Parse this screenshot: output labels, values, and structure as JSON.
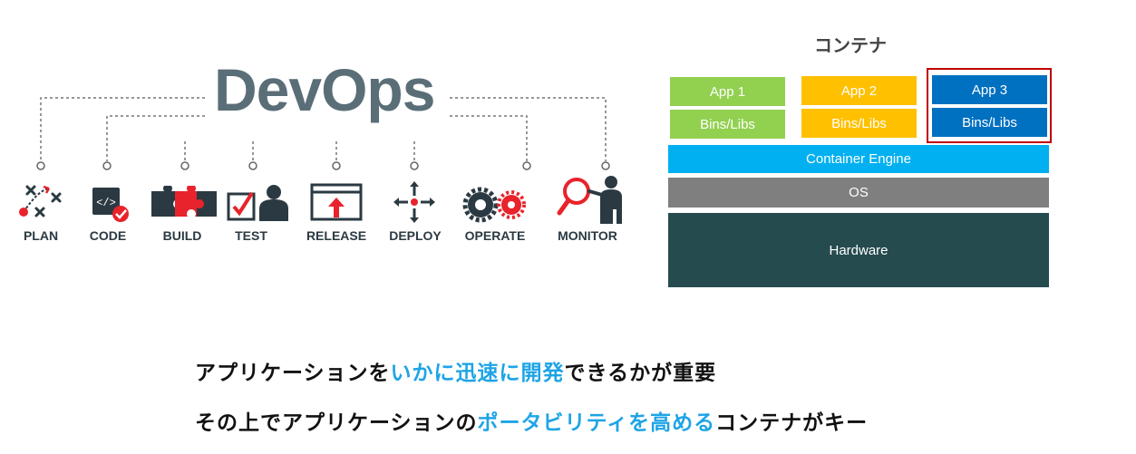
{
  "devops": {
    "title": "DevOps",
    "stages": [
      "PLAN",
      "CODE",
      "BUILD",
      "TEST",
      "RELEASE",
      "DEPLOY",
      "OPERATE",
      "MONITOR"
    ]
  },
  "container": {
    "title": "コンテナ",
    "apps": [
      {
        "app": "App 1",
        "libs": "Bins/Libs",
        "color": "#92d050"
      },
      {
        "app": "App 2",
        "libs": "Bins/Libs",
        "color": "#ffc000"
      },
      {
        "app": "App 3",
        "libs": "Bins/Libs",
        "color": "#0070c0",
        "outline": "#c00000"
      }
    ],
    "engine": {
      "label": "Container Engine",
      "color": "#00b0f0"
    },
    "os": {
      "label": "OS",
      "color": "#7f7f7f"
    },
    "hardware": {
      "label": "Hardware",
      "color": "#254b4f"
    }
  },
  "message": {
    "line1": {
      "pre": "アプリケーションを",
      "highlight": "いかに迅速に開発",
      "post": "できるかが重要"
    },
    "line2": {
      "pre": "その上でアプリケーションの",
      "highlight": "ポータビリティを高める",
      "post": "コンテナがキー"
    },
    "highlight_color": "#1ea4e6"
  }
}
